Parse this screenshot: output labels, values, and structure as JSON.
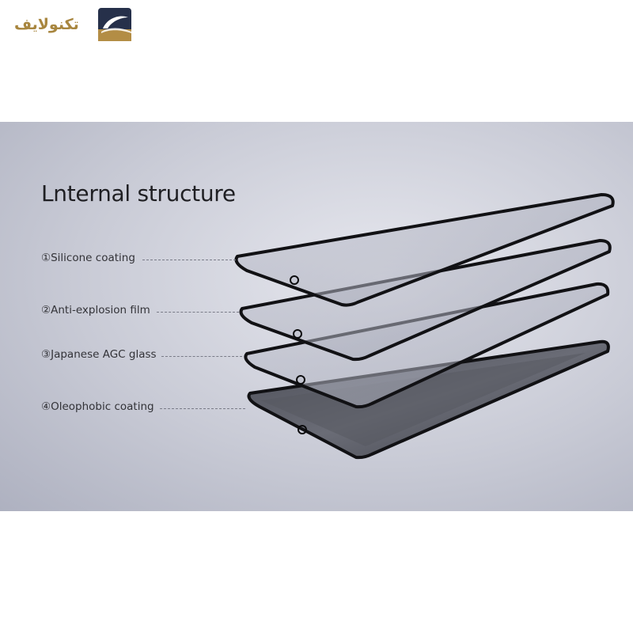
{
  "brand": {
    "name": "تکنولایف",
    "colors": {
      "gold": "#a8863f",
      "navy": "#26304a"
    }
  },
  "banner": {
    "title": "Lnternal structure",
    "layers": [
      {
        "number": "①",
        "label": "Silicone coating"
      },
      {
        "number": "②",
        "label": "Anti-explosion film"
      },
      {
        "number": "③",
        "label": "Japanese AGC glass"
      },
      {
        "number": "④",
        "label": "Oleophobic coating"
      }
    ]
  }
}
